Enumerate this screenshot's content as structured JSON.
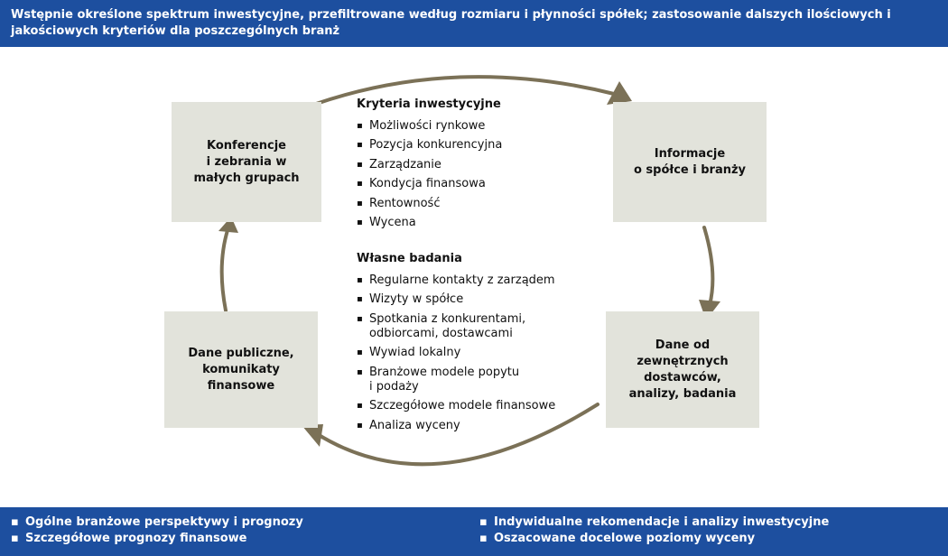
{
  "header": {
    "lines": [
      "Wstępnie określone spektrum inwestycyjne, przefiltrowane według rozmiaru i płynności spółek; zastosowanie dalszych ilościowych i",
      "jakościowych kryteriów dla poszczególnych branż"
    ]
  },
  "boxes": {
    "conferences": {
      "lines": [
        "Konferencje",
        "i zebrania w",
        "małych grupach"
      ]
    },
    "company_info": {
      "lines": [
        "Informacje",
        "o spółce i branży"
      ]
    },
    "public_data": {
      "lines": [
        "Dane publiczne,",
        "komunikaty",
        "finansowe"
      ]
    },
    "external_data": {
      "lines": [
        "Dane od",
        "zewnętrznych",
        "dostawców,",
        "analizy, badania"
      ]
    }
  },
  "criteria": {
    "heading": "Kryteria inwestycyjne",
    "items": [
      "Możliwości rynkowe",
      "Pozycja konkurencyjna",
      "Zarządzanie",
      "Kondycja finansowa",
      "Rentowność",
      "Wycena"
    ]
  },
  "research": {
    "heading": "Własne badania",
    "items": [
      [
        "Regularne kontakty z zarządem"
      ],
      [
        "Wizyty w spółce"
      ],
      [
        "Spotkania z konkurentami,",
        "odbiorcami, dostawcami"
      ],
      [
        "Wywiad lokalny"
      ],
      [
        "Branżowe modele popytu",
        "i podaży"
      ],
      [
        "Szczegółowe modele finansowe"
      ],
      [
        "Analiza wyceny"
      ]
    ]
  },
  "footer": {
    "left": [
      "Ogólne branżowe perspektywy i prognozy",
      "Szczegółowe prognozy finansowe"
    ],
    "right": [
      "Indywidualne rekomendacje i analizy inwestycyjne",
      "Oszacowane docelowe poziomy wyceny"
    ],
    "bullet": "▪"
  },
  "colors": {
    "banner": "#1d4f9f",
    "box": "#e2e3db",
    "arrow": "#7b7157"
  }
}
